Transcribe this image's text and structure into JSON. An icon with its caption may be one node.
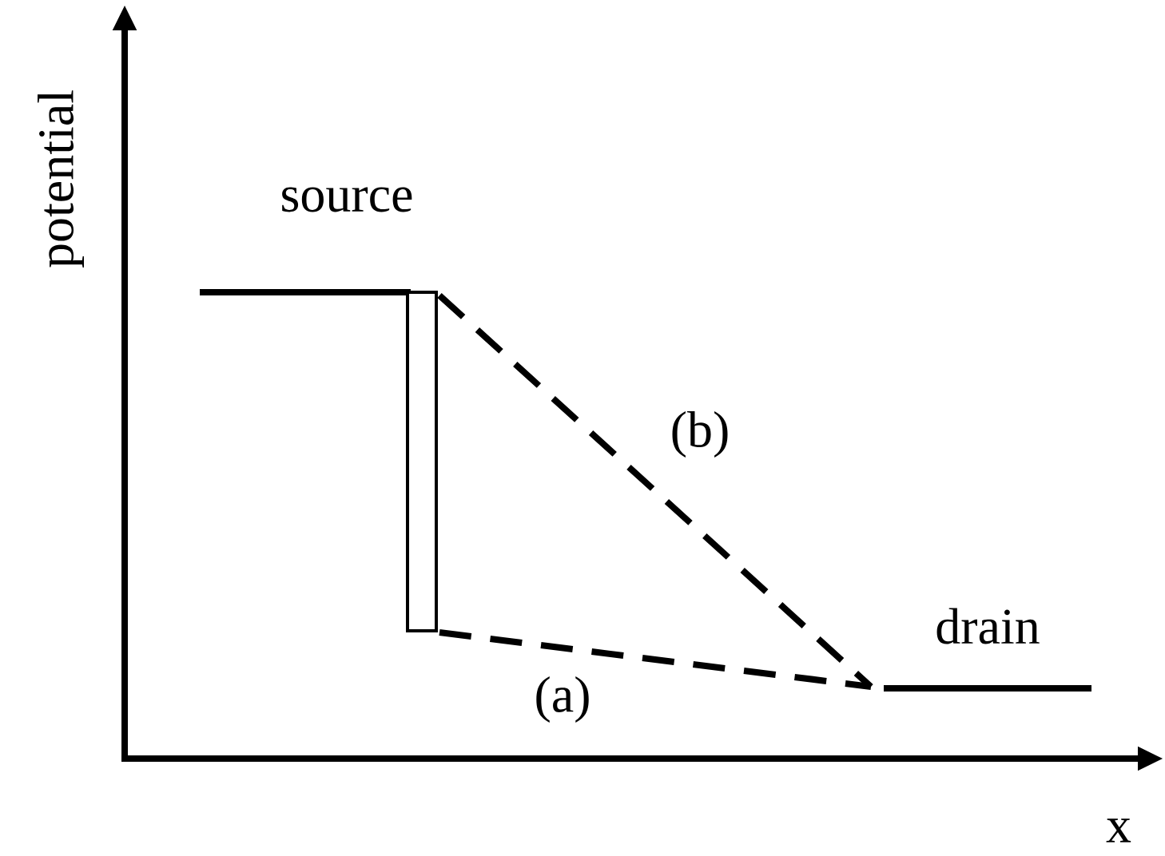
{
  "diagram": {
    "nodes": [
      {
        "text": [],
        "shape": "bar"
      }
    ],
    "labels": [
      "potential",
      "source",
      "(b)",
      "drain",
      "(a)",
      "x"
    ]
  }
}
